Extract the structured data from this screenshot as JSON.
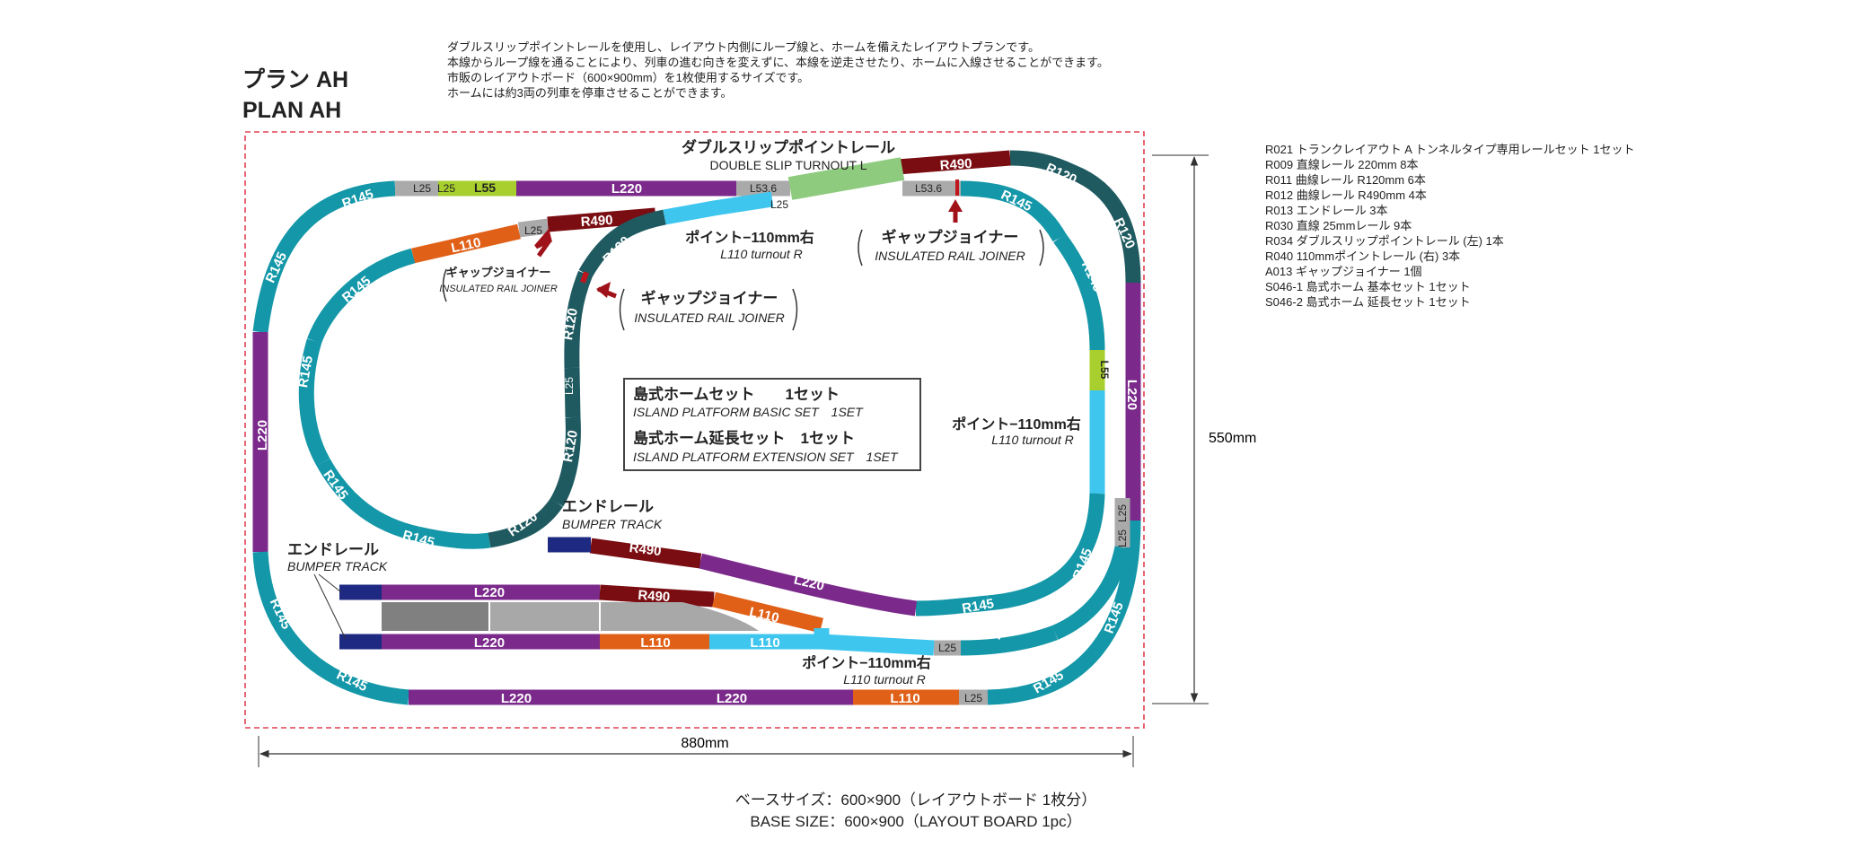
{
  "title": {
    "jp": "プラン AH",
    "en": "PLAN  AH"
  },
  "description": [
    "ダブルスリップポイントレールを使用し、レイアウト内側にループ線と、ホームを備えたレイアウトプランです。",
    "本線からループ線を通ることにより、列車の進む向きを変えずに、本線を逆走させたり、ホームに入線させることができます。",
    "市販のレイアウトボード（600×900mm）を1枚使用するサイズです。",
    "ホームには約3両の列車を停車させることができます。"
  ],
  "parts_list": [
    "R021 トランクレイアウト A トンネルタイプ専用レールセット 1セット",
    "R009 直線レール 220mm 8本",
    "R011 曲線レール R120mm 6本",
    "R012 曲線レール R490mm 4本",
    "R013 エンドレール 3本",
    "R030 直線 25mmレール 9本",
    "R034 ダブルスリップポイントレール (左) 1本",
    "R040 110mmポイントレール (右) 3本",
    "A013 ギャップジョイナー 1個",
    "S046-1 島式ホーム 基本セット 1セット",
    "S046-2 島式ホーム 延長セット 1セット"
  ],
  "base_size": {
    "jp": "ベースサイズ：600×900（レイアウトボード 1枚分）",
    "en": "BASE SIZE：600×900（LAYOUT BOARD 1pc）"
  },
  "dimensions": {
    "width": "880mm",
    "height": "550mm"
  },
  "callouts": {
    "double_slip": {
      "jp": "ダブルスリップポイントレール",
      "en": "DOUBLE SLIP TURNOUT L"
    },
    "point_top": {
      "jp": "ポイント−110mm右",
      "en": "L110 turnout R"
    },
    "point_right": {
      "jp": "ポイント−110mm右",
      "en": "L110 turnout R"
    },
    "point_bottom": {
      "jp": "ポイント−110mm右",
      "en": "L110 turnout R"
    },
    "gap_left": {
      "jp": "ギャップジョイナー",
      "en": "INSULATED RAIL JOINER"
    },
    "gap_center": {
      "jp": "ギャップジョイナー",
      "en": "INSULATED RAIL JOINER"
    },
    "gap_right": {
      "jp": "ギャップジョイナー",
      "en": "INSULATED RAIL JOINER"
    },
    "bumper_center": {
      "jp": "エンドレール",
      "en": "BUMPER TRACK"
    },
    "bumper_left": {
      "jp": "エンドレール",
      "en": "BUMPER TRACK"
    }
  },
  "platform_box": {
    "line1_jp": "島式ホームセット　　1セット",
    "line1_en": "ISLAND PLATFORM BASIC SET　1SET",
    "line2_jp": "島式ホーム延長セット　1セット",
    "line2_en": "ISLAND PLATFORM EXTENSION SET　1SET"
  },
  "track_labels": {
    "r145": "R145",
    "r120": "R120",
    "r490": "R490",
    "l220": "L220",
    "l110": "L110",
    "l55": "L55",
    "l25": "L25",
    "l536": "L53.6"
  },
  "colors": {
    "r145": "#1497a8",
    "r120": "#1f5a60",
    "r490": "#7a0d12",
    "l220": "#7b2a8b",
    "l110": "#e06018",
    "turnout": "#3fc6ee",
    "l55": "#a8cf2e",
    "l25": "#aaaaaa",
    "bumper": "#1e2a82",
    "double_slip": "#8fcb7e",
    "board_border": "#e04050",
    "gap": "#c0151c"
  }
}
